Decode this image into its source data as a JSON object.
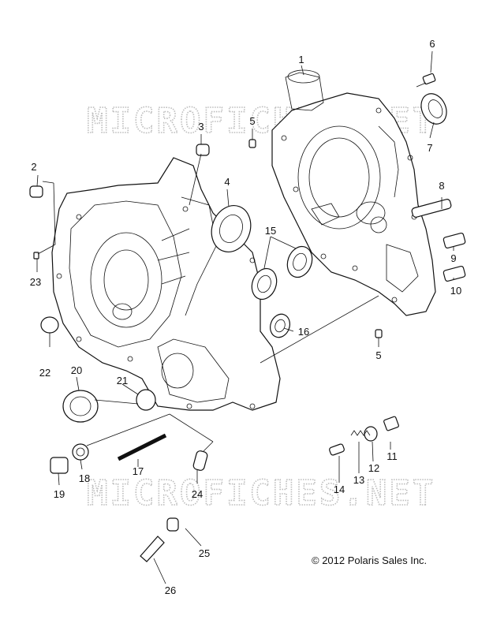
{
  "watermark": "MICROFICHES.NET",
  "copyright": "© 2012 Polaris Sales Inc.",
  "callouts": [
    "1",
    "2",
    "3",
    "4",
    "5",
    "6",
    "7",
    "8",
    "9",
    "10",
    "11",
    "12",
    "13",
    "14",
    "15",
    "16",
    "5",
    "17",
    "18",
    "19",
    "20",
    "21",
    "22",
    "23",
    "24",
    "25",
    "26"
  ]
}
